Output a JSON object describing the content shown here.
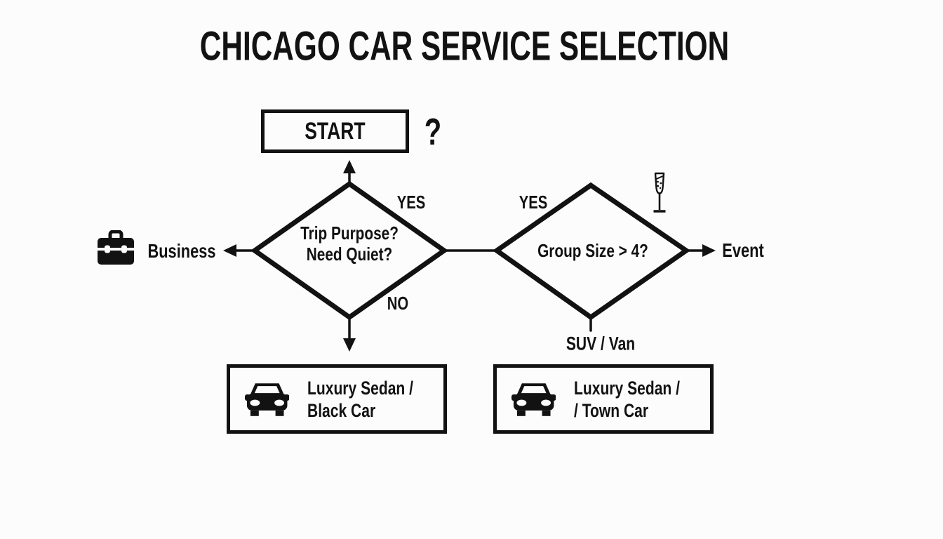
{
  "title": "CHICAGO CAR SERVICE SELECTION",
  "colors": {
    "ink": "#121212",
    "background": "#fcfcfc"
  },
  "start": {
    "label": "START",
    "question_mark": "?"
  },
  "decision_trip": {
    "line1": "Trip Purpose?",
    "line2": "Need Quiet?",
    "yes_label": "YES",
    "no_label": "NO"
  },
  "decision_group": {
    "label": "Group Size > 4?",
    "yes_label": "YES",
    "below_label": "SUV / Van"
  },
  "outcome_business": {
    "label": "Business",
    "icon": "briefcase-icon"
  },
  "outcome_event": {
    "label": "Event",
    "icon": "champagne-glass-icon"
  },
  "result_quiet": {
    "line1": "Luxury Sedan /",
    "line2": "Black Car",
    "icon": "car-icon"
  },
  "result_group": {
    "line1": "Luxury Sedan /",
    "line2": "/ Town Car",
    "icon": "car-icon"
  }
}
